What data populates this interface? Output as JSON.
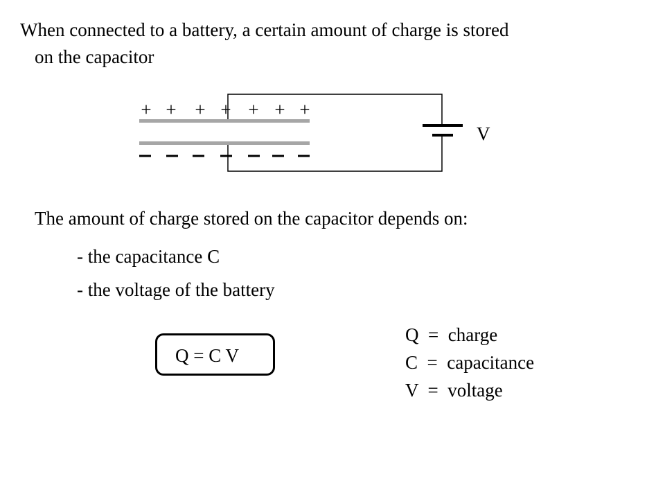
{
  "intro": {
    "line1": "When connected to a battery, a certain amount of charge is stored",
    "line2": "on the capacitor"
  },
  "diagram": {
    "plus_signs": [
      "+",
      "+",
      "+",
      "+",
      "+",
      "+",
      "+"
    ],
    "battery_label": "V",
    "colors": {
      "wire": "#000000",
      "plate": "#a6a6a6"
    }
  },
  "body": {
    "depends_heading": "The amount of charge stored on the capacitor depends on:",
    "bullets": [
      "- the capacitance C",
      "- the voltage of the battery"
    ]
  },
  "formula": {
    "text": "Q  =  C V"
  },
  "definitions": [
    {
      "text": "Q  =  charge"
    },
    {
      "text": "C  =  capacitance"
    },
    {
      "text": "V  =  voltage"
    }
  ]
}
